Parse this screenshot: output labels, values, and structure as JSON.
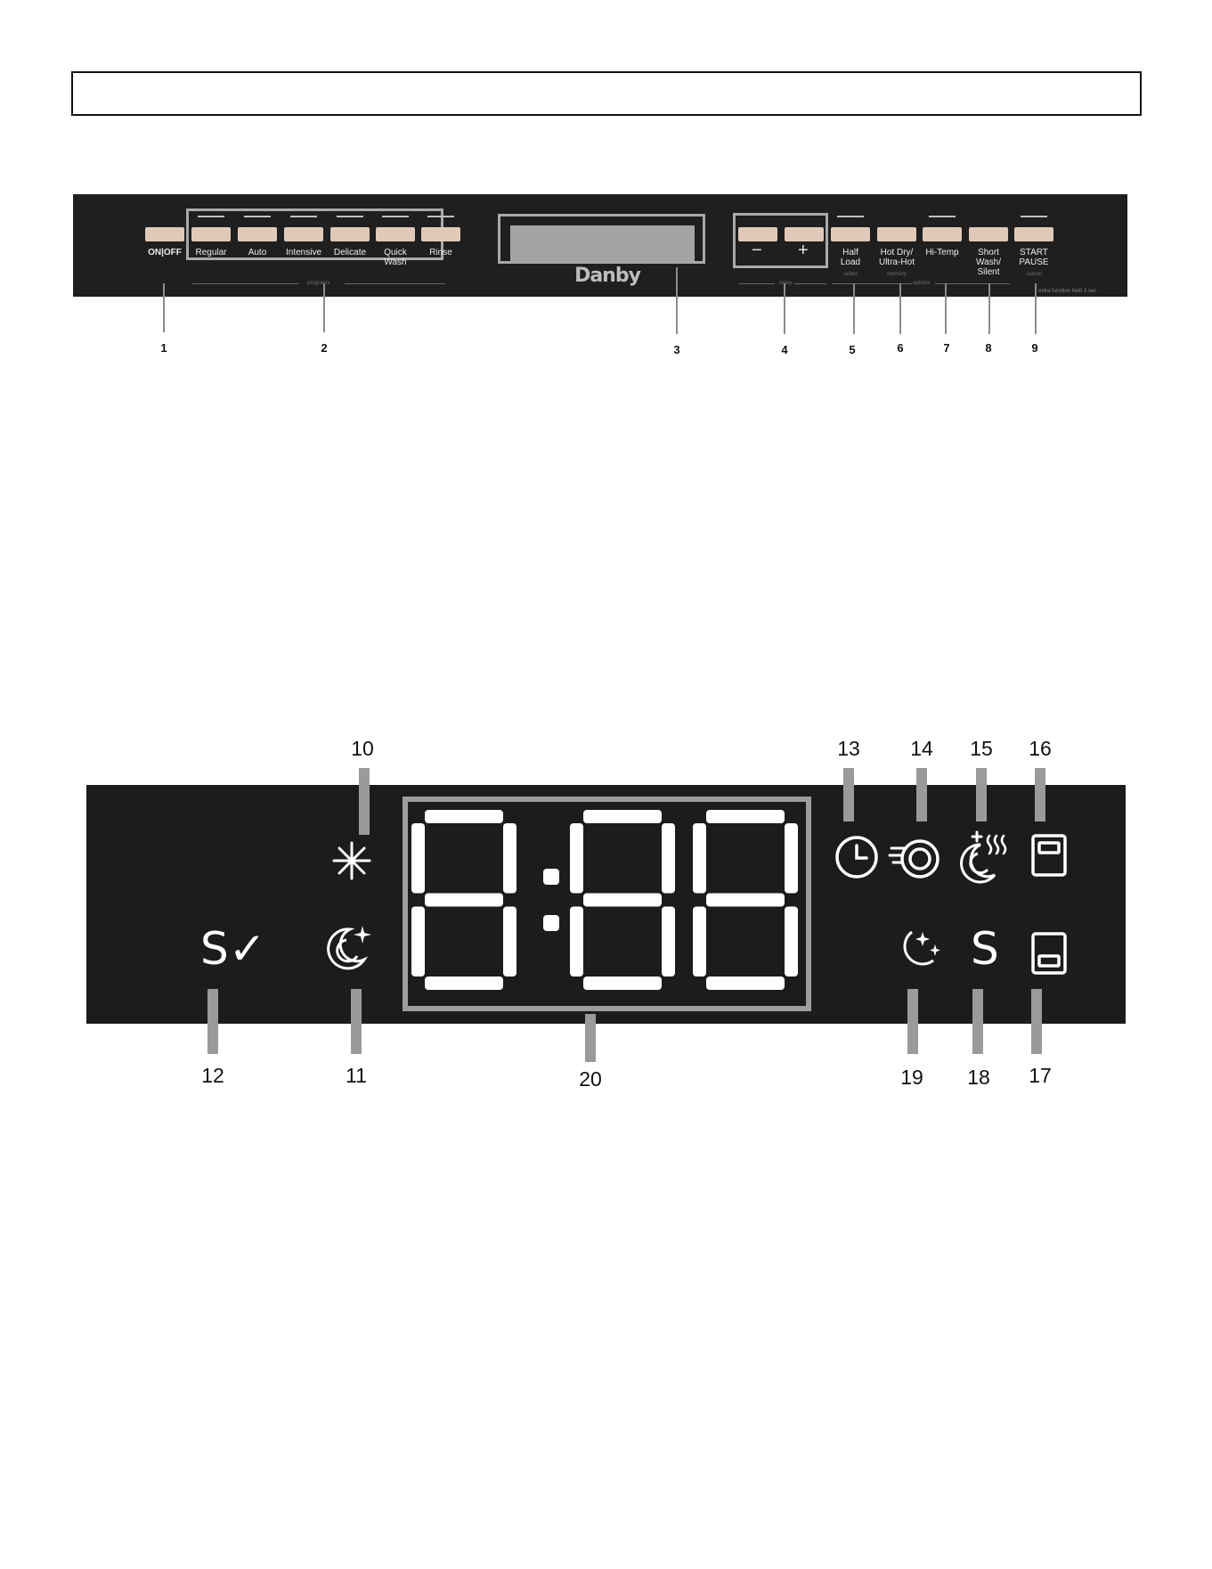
{
  "header": {
    "text": ""
  },
  "panel": {
    "power": {
      "label": "ON|OFF"
    },
    "programs": {
      "group_label": "programs",
      "buttons": [
        {
          "label": "Regular"
        },
        {
          "label": "Auto"
        },
        {
          "label": "Intensive"
        },
        {
          "label": "Delicate"
        },
        {
          "label": "Quick Wash"
        },
        {
          "label": "Rinse"
        }
      ]
    },
    "brand": "Danby",
    "delay": {
      "group_label": "delay",
      "minus": "−",
      "plus": "+"
    },
    "options": {
      "group_label": "options",
      "buttons": [
        {
          "label": "Half Load",
          "sub": "select"
        },
        {
          "label": "Hot Dry/ Ultra-Hot",
          "sub": "memory"
        },
        {
          "label": "Hi-Temp"
        },
        {
          "label": "Short Wash/ Silent"
        }
      ]
    },
    "start": {
      "label": "START PAUSE",
      "sub": "cancel",
      "note": "extra function hold 3 sec"
    }
  },
  "panel_callouts": [
    "1",
    "2",
    "3",
    "4",
    "5",
    "6",
    "7",
    "8",
    "9"
  ],
  "display": {
    "digits": "8:88",
    "callouts": {
      "n10": "10",
      "n11": "11",
      "n12": "12",
      "n13": "13",
      "n14": "14",
      "n15": "15",
      "n16": "16",
      "n17": "17",
      "n18": "18",
      "n19": "19",
      "n20": "20"
    },
    "symbols": {
      "salt_refill": "S✓",
      "softener": "S"
    }
  },
  "colors": {
    "panel": "#1f1f1f",
    "button": "#e0c9b8",
    "display_bg": "#1c1c1c",
    "segment": "#ffffff",
    "frame": "#9d9d9d"
  }
}
